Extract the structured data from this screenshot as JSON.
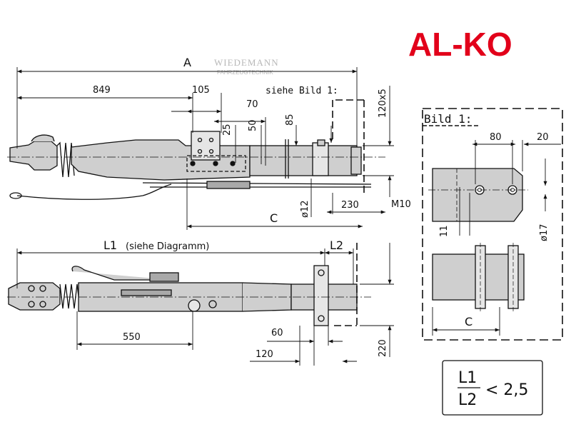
{
  "brand": {
    "logo_text": "AL-KO",
    "logo_color": "#e2001a"
  },
  "watermark": {
    "line1": "WIEDEMANN",
    "line2": "FAHRZEUGTECHNIK"
  },
  "side_view": {
    "dim_A": "A",
    "dim_849": "849",
    "dim_105": "105",
    "dim_70": "70",
    "dim_25": "25",
    "dim_50": "50",
    "dim_85": "85",
    "dim_120x5": "120x5",
    "see_detail": "siehe Bild 1:",
    "dim_phi12": "ø12",
    "dim_230": "230",
    "dim_M10": "M10",
    "dim_C": "C"
  },
  "top_view": {
    "dim_L1": "L1",
    "dim_L1_note": "(siehe Diagramm)",
    "dim_L2": "L2",
    "dim_550": "550",
    "dim_60": "60",
    "dim_120": "120",
    "dim_220": "220"
  },
  "detail": {
    "title": "Bild 1:",
    "dim_80": "80",
    "dim_20": "20",
    "dim_11": "11",
    "dim_phi17": "ø17",
    "dim_C": "C"
  },
  "ratio_box": {
    "numerator": "L1",
    "denominator": "L2",
    "relation": "< 2,5"
  },
  "colors": {
    "line": "#111111",
    "fill": "#cfcfcf",
    "fill_dark": "#a9a9a9",
    "watermark": "#b8b8b8"
  }
}
